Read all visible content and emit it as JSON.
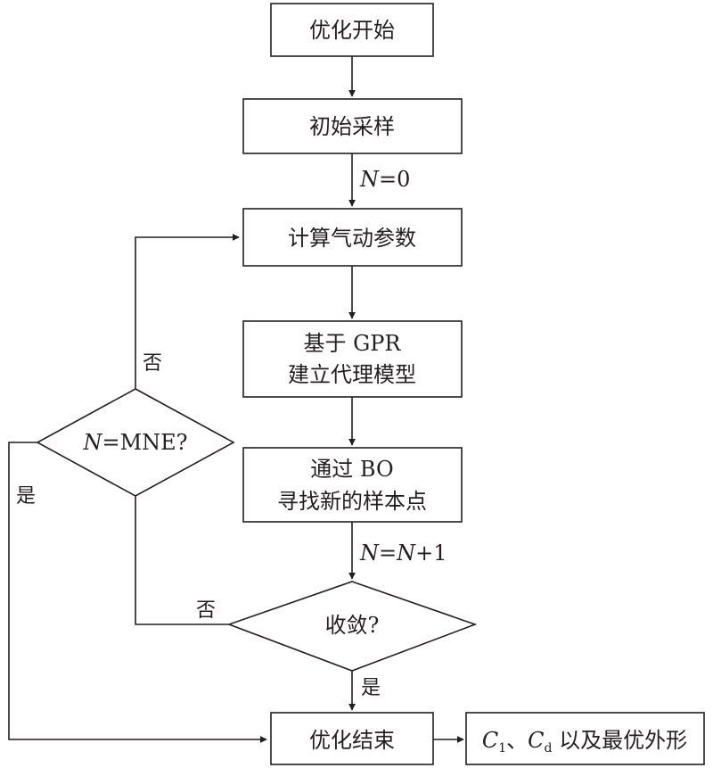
{
  "nodes": {
    "start": "优化开始",
    "sampling": "初始采样",
    "compute": "计算气动参数",
    "gpr_line1": "基于 GPR",
    "gpr_line2": "建立代理模型",
    "bo_line1": "通过 BO",
    "bo_line2": "寻找新的样本点",
    "converge": "收敛?",
    "mne_var": "N",
    "mne_rest": "=MNE?",
    "end": "优化结束",
    "output_c1": "C",
    "output_c1_sub": "1",
    "output_sep": "、",
    "output_cd": "C",
    "output_cd_sub": "d",
    "output_rest": " 以及最优外形"
  },
  "edge_labels": {
    "n0_var": "N",
    "n0_rest": "=0",
    "inc_var1": "N",
    "inc_eq": "=",
    "inc_var2": "N",
    "inc_rest": "+1",
    "converge_no": "否",
    "converge_yes": "是",
    "mne_no": "否",
    "mne_yes": "是"
  },
  "colors": {
    "line": "#231f20",
    "background": "#ffffff"
  }
}
